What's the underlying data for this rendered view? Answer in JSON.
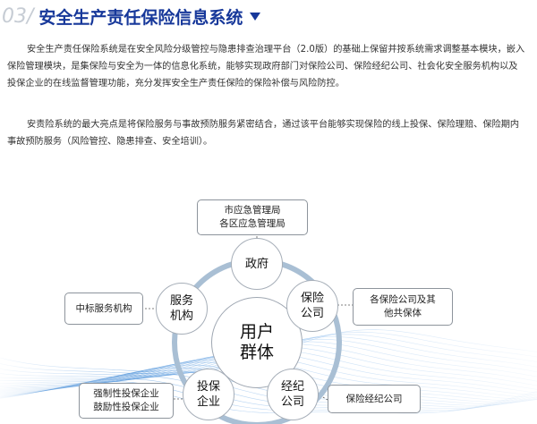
{
  "header": {
    "section_number": "03",
    "slash": "/",
    "title": "安全生产责任保险信息系统"
  },
  "paragraphs": {
    "p1": "安全生产责任保险系统是在安全风险分级管控与隐患排查治理平台（2.0版）的基础上保留并按系统需求调整基本模块，嵌入保险管理模块，是集保险与安全为一体的信息化系统，能够实现政府部门对保险公司、保险经纪公司、社会化安全服务机构以及投保企业的在线监督管理功能，充分发挥安全生产责任保险的保险补偿与风险防控。",
    "p2": "安责险系统的最大亮点是将保险服务与事故预防服务紧密结合，通过该平台能够实现保险的线上投保、保险理赔、保险期内事故预防服务（风险管控、隐患排查、安全培训）。"
  },
  "diagram": {
    "center": {
      "line1": "用户",
      "line2": "群体"
    },
    "nodes": {
      "government": {
        "line1": "政府",
        "line2": ""
      },
      "insurer": {
        "line1": "保险",
        "line2": "公司"
      },
      "broker": {
        "line1": "经纪",
        "line2": "公司"
      },
      "enterprise": {
        "line1": "投保",
        "line2": "企业"
      },
      "service": {
        "line1": "服务",
        "line2": "机构"
      }
    },
    "boxes": {
      "emergency": {
        "line1": "市应急管理局",
        "line2": "各区应急管理局"
      },
      "insurers": {
        "line1": "各保险公司及其",
        "line2": "他共保体"
      },
      "brokers": {
        "line1": "保险经纪公司"
      },
      "enterprises": {
        "line1": "强制性投保企业",
        "line2": "鼓励性投保企业"
      },
      "service_orgs": {
        "line1": "中标服务机构"
      }
    }
  },
  "colors": {
    "title": "#17389a",
    "section_number": "#c6ccd4",
    "ring": "#a9bfd4",
    "wave": "#4a90d9"
  }
}
